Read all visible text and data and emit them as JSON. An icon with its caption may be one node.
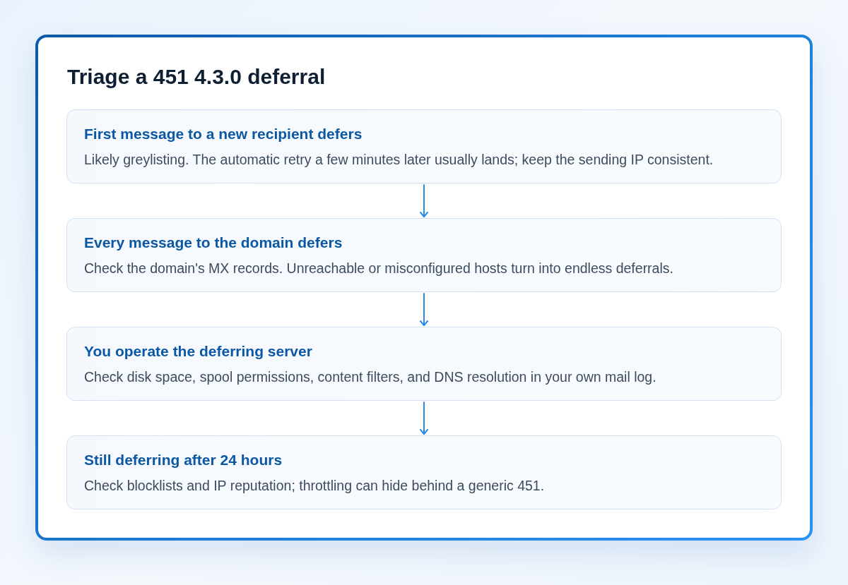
{
  "diagram": {
    "title": "Triage a 451 4.3.0 deferral",
    "nodes": [
      {
        "text": [
          "First message to a new recipient defers",
          "Likely greylisting. The automatic retry a few minutes later usually lands; keep the sending IP consistent."
        ]
      },
      {
        "text": [
          "Every message to the domain defers",
          "Check the domain's MX records. Unreachable or misconfigured hosts turn into endless deferrals."
        ]
      },
      {
        "text": [
          "You operate the deferring server",
          "Check disk space, spool permissions, content filters, and DNS resolution in your own mail log."
        ]
      },
      {
        "text": [
          "Still deferring after 24 hours",
          "Check blocklists and IP reputation; throttling can hide behind a generic 451."
        ]
      }
    ],
    "edges": [
      {
        "from": 0,
        "to": 1,
        "arrow": "to"
      },
      {
        "from": 1,
        "to": 2,
        "arrow": "to"
      },
      {
        "from": 2,
        "to": 3,
        "arrow": "to"
      }
    ]
  }
}
